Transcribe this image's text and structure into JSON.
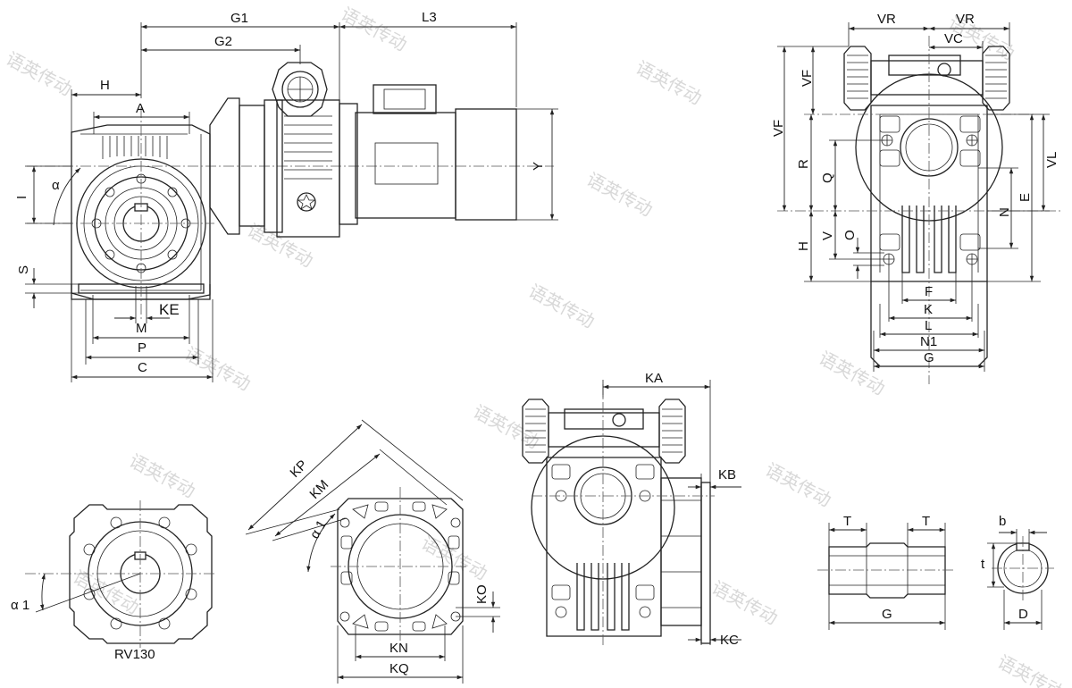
{
  "watermark": "语英传动",
  "labels": {
    "G1": "G1",
    "G2": "G2",
    "L3": "L3",
    "H": "H",
    "A": "A",
    "alpha": "α",
    "I": "I",
    "S": "S",
    "KE": "KE",
    "M": "M",
    "P": "P",
    "C": "C",
    "Y": "Y",
    "VR_left": "VR",
    "VR_right": "VR",
    "VC": "VC",
    "VF_top": "VF",
    "VF_left": "VF",
    "R": "R",
    "Q": "Q",
    "VL": "VL",
    "E": "E",
    "N": "N",
    "H_side": "H",
    "V": "V",
    "O": "O",
    "F": "F",
    "K": "K",
    "L": "L",
    "N1": "N1",
    "G_side": "G",
    "KA": "KA",
    "KB": "KB",
    "KC": "KC",
    "KP": "KP",
    "KM": "KM",
    "alpha1_flange": "α 1",
    "KO": "KO",
    "KN": "KN",
    "KQ": "KQ",
    "alpha1_rv": "α 1",
    "rv_model": "RV130",
    "T_left": "T",
    "T_right": "T",
    "G_shaft": "G",
    "b": "b",
    "t": "t",
    "D": "D"
  }
}
